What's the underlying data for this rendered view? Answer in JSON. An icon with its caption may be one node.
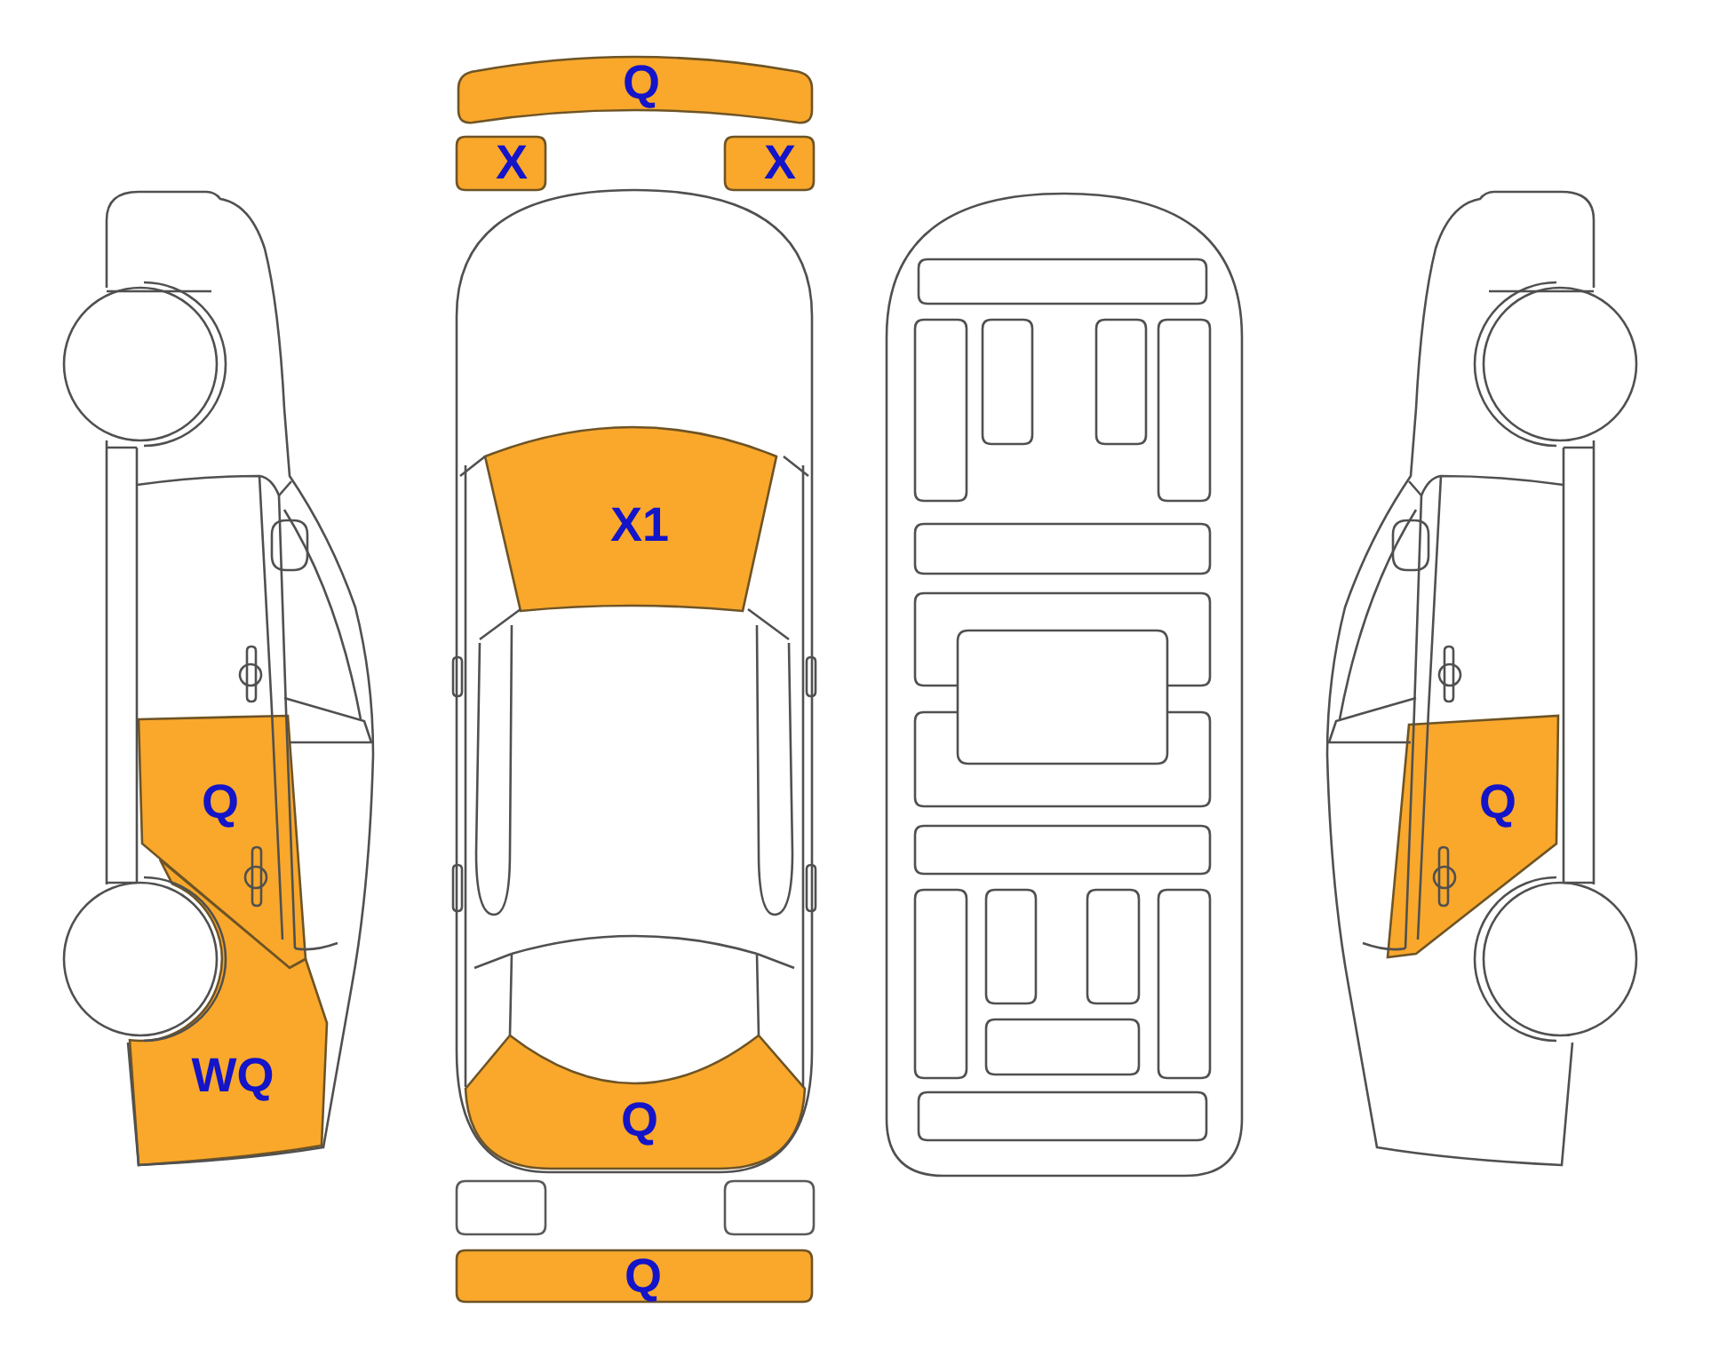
{
  "diagram": {
    "nodes": [
      {
        "text": [
          "Q"
        ]
      },
      {
        "text": [
          "X"
        ]
      },
      {
        "text": [
          "X"
        ]
      },
      {
        "text": [
          "X1"
        ]
      },
      {
        "text": [
          "Q"
        ]
      },
      {
        "text": [
          "Q"
        ]
      },
      {
        "text": [
          "WQ"
        ]
      },
      {
        "text": [
          "Q"
        ]
      },
      {
        "text": [],
        "shape": "box"
      },
      {
        "text": [],
        "shape": "box"
      },
      {
        "text": [
          "Q"
        ]
      }
    ]
  }
}
